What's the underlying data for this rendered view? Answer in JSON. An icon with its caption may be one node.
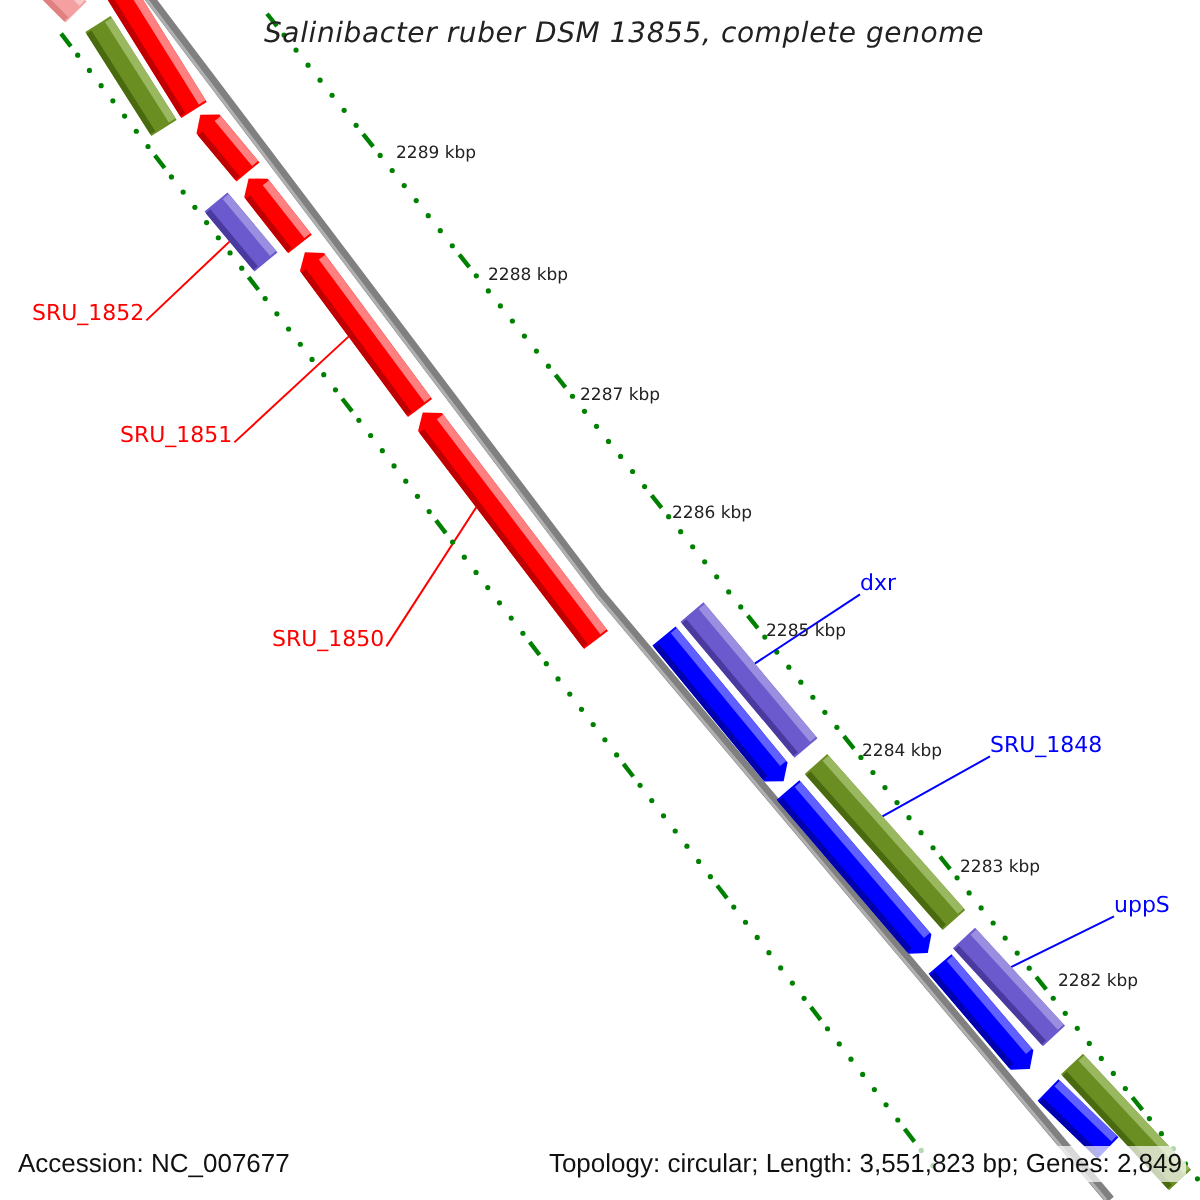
{
  "diagram": {
    "title": "Salinibacter ruber DSM 13855, complete genome",
    "nodes": [
      {
        "text": [
          "SRU_1852"
        ]
      },
      {
        "text": [
          "SRU_1851"
        ]
      },
      {
        "text": [
          "SRU_1850"
        ]
      },
      {
        "text": [
          "dxr"
        ]
      },
      {
        "text": [
          "SRU_1848"
        ]
      },
      {
        "text": [
          "uppS"
        ]
      },
      {
        "text": [],
        "shape": "bar"
      },
      {
        "text": [],
        "shape": "bar"
      },
      {
        "text": [],
        "shape": "bar"
      },
      {
        "text": [],
        "shape": "bar"
      },
      {
        "text": [],
        "shape": "bar"
      },
      {
        "text": [],
        "shape": "bar"
      },
      {
        "text": [],
        "shape": "bar"
      },
      {
        "text": [],
        "shape": "bar"
      },
      {
        "text": [],
        "shape": "bar"
      },
      {
        "text": [],
        "shape": "bar"
      },
      {
        "text": [],
        "shape": "bar"
      },
      {
        "text": [],
        "shape": "bar"
      },
      {
        "text": [],
        "shape": "bar"
      },
      {
        "text": [],
        "shape": "bar"
      },
      {
        "text": [],
        "shape": "bar"
      },
      {
        "text": [],
        "shape": "bar"
      }
    ],
    "edges": [
      {
        "from": 0,
        "to": 11,
        "arrow": "none",
        "color": "#ff0000"
      },
      {
        "from": 1,
        "to": 12,
        "arrow": "none",
        "color": "#ff0000"
      },
      {
        "from": 2,
        "to": 13,
        "arrow": "none",
        "color": "#ff0000"
      },
      {
        "from": 3,
        "to": 14,
        "arrow": "none",
        "color": "#0000ff"
      },
      {
        "from": 4,
        "to": 16,
        "arrow": "none",
        "color": "#0000ff"
      },
      {
        "from": 5,
        "to": 18,
        "arrow": "none",
        "color": "#0000ff"
      }
    ],
    "labels": [
      "2289 kbp",
      "2288 kbp",
      "2287 kbp",
      "2286 kbp",
      "2285 kbp",
      "2284 kbp",
      "2283 kbp",
      "2282 kbp",
      "Accession: NC_007677",
      "Topology: circular; Length: 3,551,823 bp; Genes: 2,849"
    ]
  }
}
